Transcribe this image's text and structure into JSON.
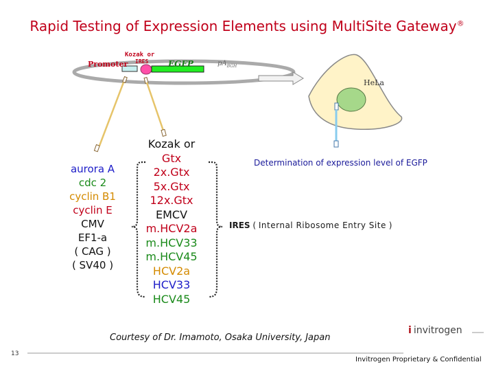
{
  "title": "Rapid Testing of Expression Elements using MultiSite Gateway",
  "title_mark": "®",
  "plasmid": {
    "promoter": "Promoter",
    "kozak_or": "Kozak or",
    "ires": "IRES",
    "egfp": "EGFP",
    "pa": "pA",
    "pa_sub": "BGH"
  },
  "cell": "HeLa",
  "promoters": [
    {
      "text": "aurora A",
      "color": "#1c1cc8"
    },
    {
      "text": "cdc 2",
      "color": "#1a8a1a"
    },
    {
      "text": "cyclin B1",
      "color": "#d48a00"
    },
    {
      "text": "cyclin E",
      "color": "#c0001a"
    },
    {
      "text": "CMV",
      "color": "#111111"
    },
    {
      "text": "EF1-a",
      "color": "#111111"
    },
    {
      "text": "( CAG )",
      "color": "#111111"
    },
    {
      "text": "( SV40 )",
      "color": "#111111"
    }
  ],
  "elements": [
    {
      "text": "Kozak or",
      "color": "#111111"
    },
    {
      "text": "Gtx",
      "color": "#c0001a"
    },
    {
      "text": "2x.Gtx",
      "color": "#c0001a"
    },
    {
      "text": "5x.Gtx",
      "color": "#c0001a"
    },
    {
      "text": "12x.Gtx",
      "color": "#c0001a"
    },
    {
      "text": "EMCV",
      "color": "#111111"
    },
    {
      "text": "m.HCV2a",
      "color": "#c0001a"
    },
    {
      "text": "m.HCV33",
      "color": "#1a8a1a"
    },
    {
      "text": "m.HCV45",
      "color": "#1a8a1a"
    },
    {
      "text": "HCV2a",
      "color": "#d48a00"
    },
    {
      "text": "HCV33",
      "color": "#1c1cc8"
    },
    {
      "text": "HCV45",
      "color": "#1a8a1a"
    }
  ],
  "determination": "Determination of expression level of EGFP",
  "ires_def": {
    "ires": "IRES",
    "open": "(",
    "def": "Internal Ribosome Entry Site",
    "close": ")"
  },
  "courtesy": "Courtesy of Dr. Imamoto, Osaka University, Japan",
  "page_number": "13",
  "logo": {
    "mark": "i",
    "text": "invitrogen"
  },
  "footer": "Invitrogen Proprietary & Confidential"
}
